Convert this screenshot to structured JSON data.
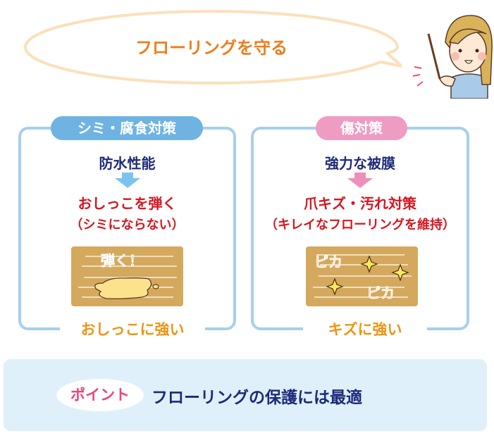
{
  "header": {
    "bubble_title": "フローリングを守る",
    "illustration": "teacher-pointing-illustration"
  },
  "panels": [
    {
      "badge": "シミ・腐食対策",
      "feature": "防水性能",
      "result": "おしっこを弾く",
      "result_sub": "（シミにならない）",
      "board_text": "弾く！",
      "footer": "おしっこに強い",
      "badge_color": "#6fb3e3",
      "arrow_color": "#7cc4ef"
    },
    {
      "badge": "傷対策",
      "feature": "強力な被膜",
      "result": "爪キズ・汚れ対策",
      "result_sub": "（キレイなフローリングを維持）",
      "board_text_1": "ピカ",
      "board_text_2": "ピカ",
      "footer": "キズに強い",
      "badge_color": "#ef9cc2",
      "arrow_color": "#ee8fbb"
    }
  ],
  "point": {
    "label": "ポイント",
    "text": "フローリングの保護には最適"
  },
  "colors": {
    "title_orange": "#ee7d1a",
    "heading_navy": "#1e2a7a",
    "accent_red": "#d6151f",
    "footer_orange": "#ef9412",
    "panel_border": "#a6cfee",
    "board_brown": "#d4a95d",
    "point_bg": "#dff0fa",
    "point_pink": "#e8467d"
  }
}
